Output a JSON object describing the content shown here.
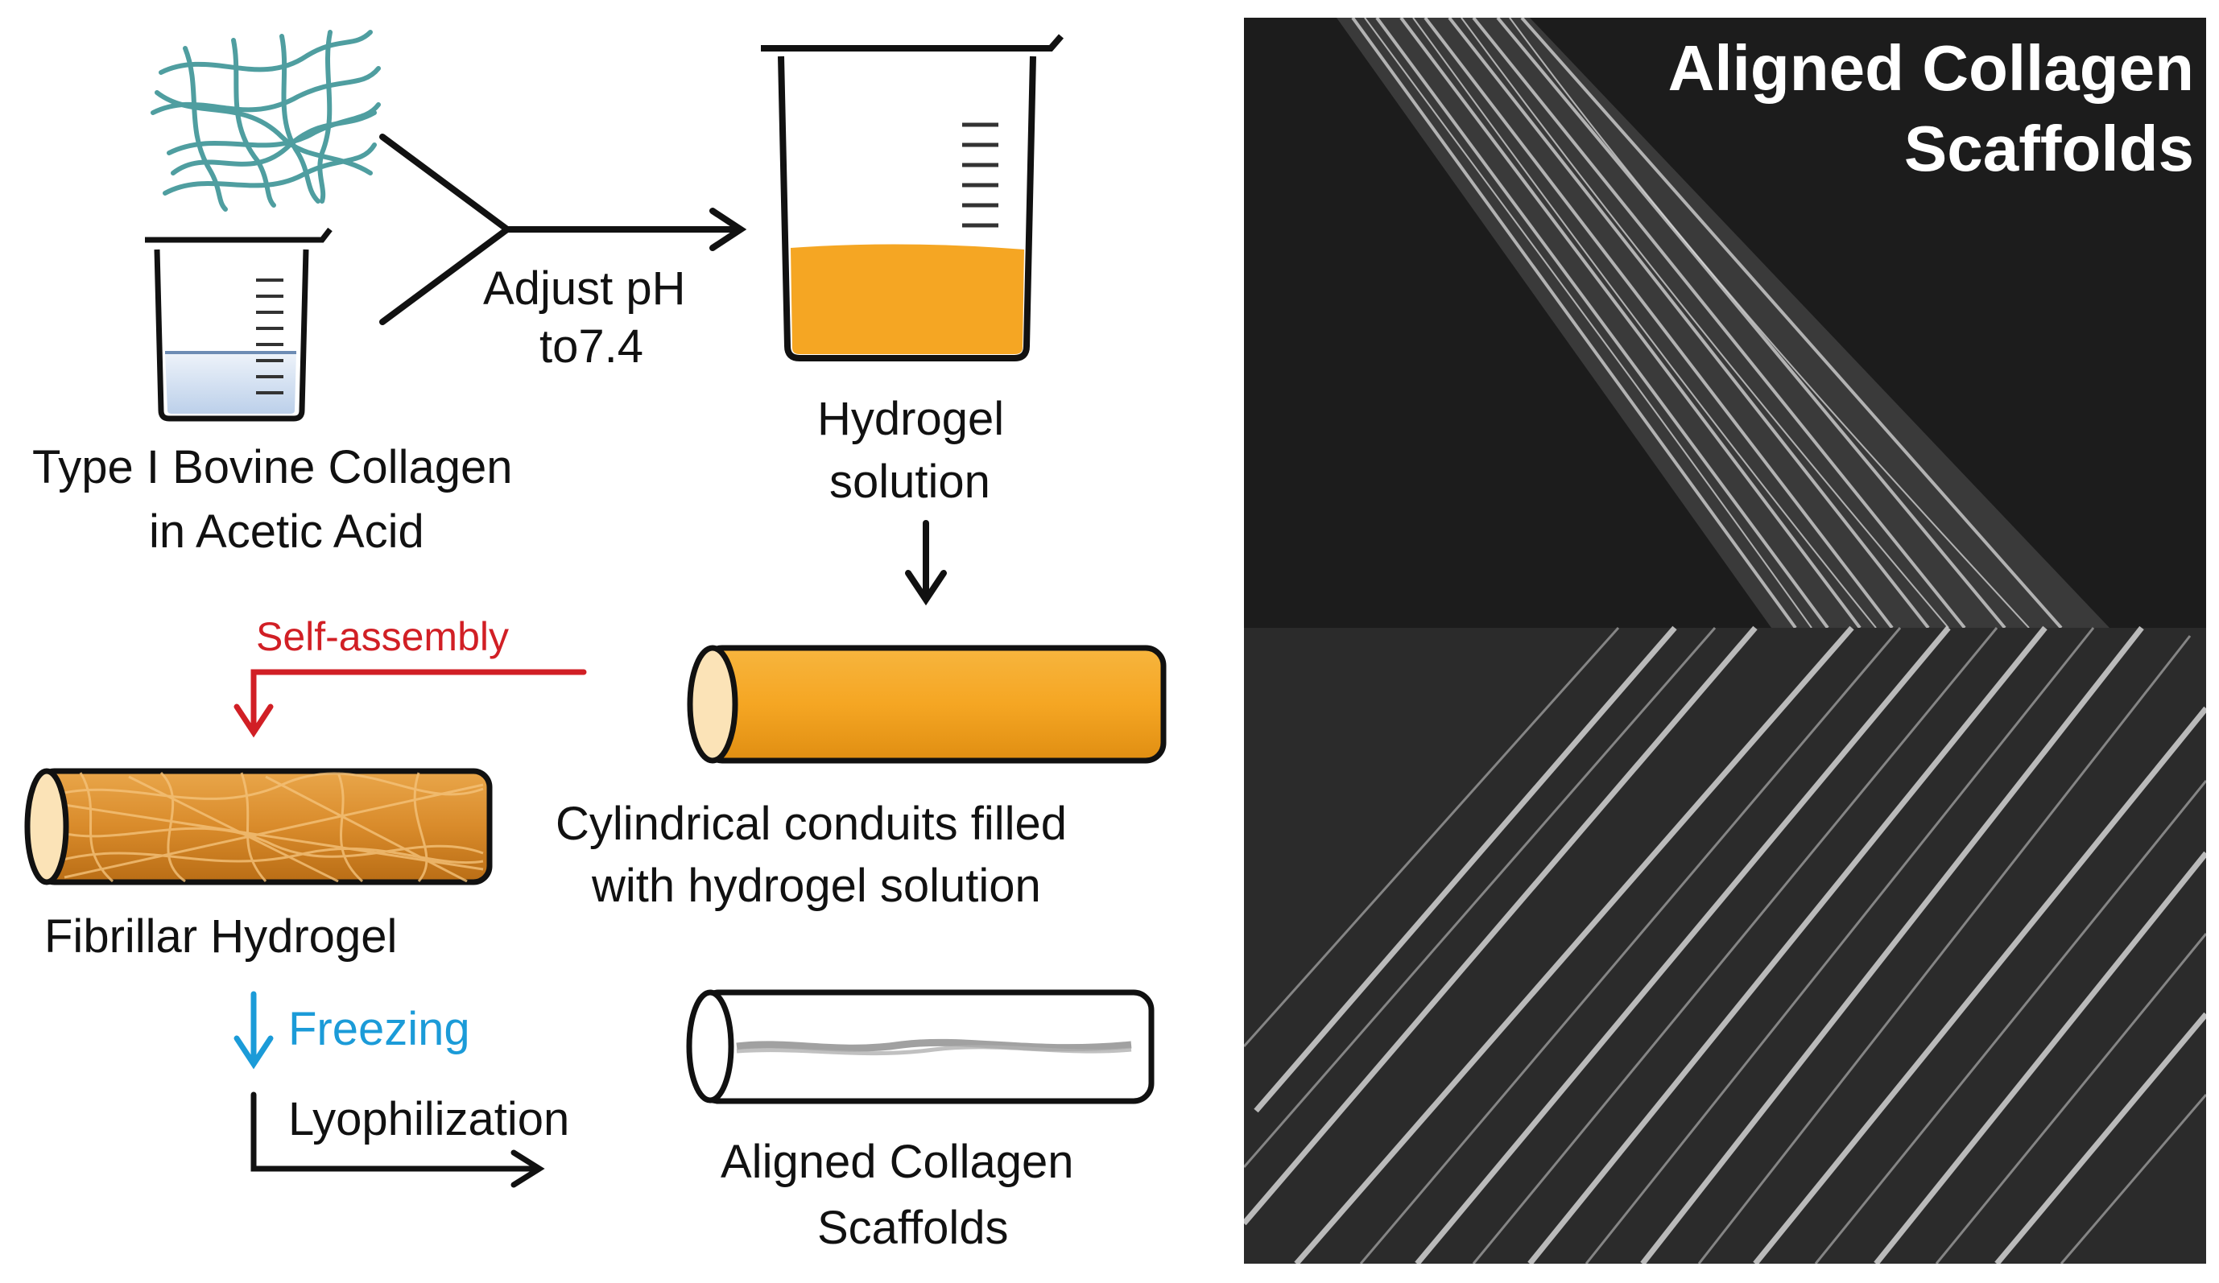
{
  "labels": {
    "adjust_ph_line1": "Adjust pH",
    "adjust_ph_line2": "to7.4",
    "collagen_line1": "Type I Bovine Collagen",
    "collagen_line2": "in Acetic Acid",
    "hydrogel_line1": "Hydrogel",
    "hydrogel_line2": "solution",
    "self_assembly": "Self-assembly",
    "conduits_line1": "Cylindrical conduits filled",
    "conduits_line2": "with hydrogel solution",
    "fibrillar": "Fibrillar Hydrogel",
    "freezing": "Freezing",
    "lyophilization": "Lyophilization",
    "scaffold_line1": "Aligned Collagen",
    "scaffold_line2": "Scaffolds"
  },
  "sem_image": {
    "title_line1": "Aligned Collagen",
    "title_line2": "Scaffolds"
  },
  "colors": {
    "orange_fill": "#f5a623",
    "fiber_orange": "#c97b17",
    "collagen_fibers": "#4f9ea0",
    "red_arrow": "#d11f25",
    "blue_arrow": "#1b9bd8",
    "sem_background": "#1c1c1c"
  }
}
